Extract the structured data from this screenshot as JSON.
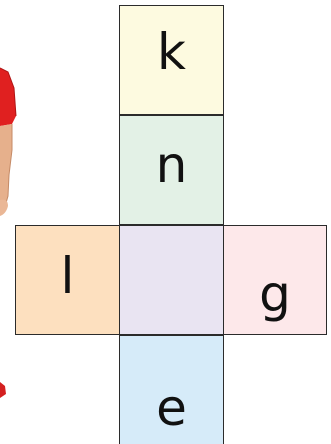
{
  "board": {
    "top": "k",
    "upper_middle": "n",
    "left": "l",
    "center": "",
    "right": "g",
    "bottom": "e"
  },
  "colors": {
    "top": "#fdfae0",
    "upper_middle": "#e3f1e6",
    "left": "#fde0bf",
    "center": "#e9e4f2",
    "right": "#fde8ea",
    "bottom": "#d6ebf9",
    "border": "#2b2b2b"
  },
  "character": {
    "icon": "child-in-red-shirt-icon"
  }
}
